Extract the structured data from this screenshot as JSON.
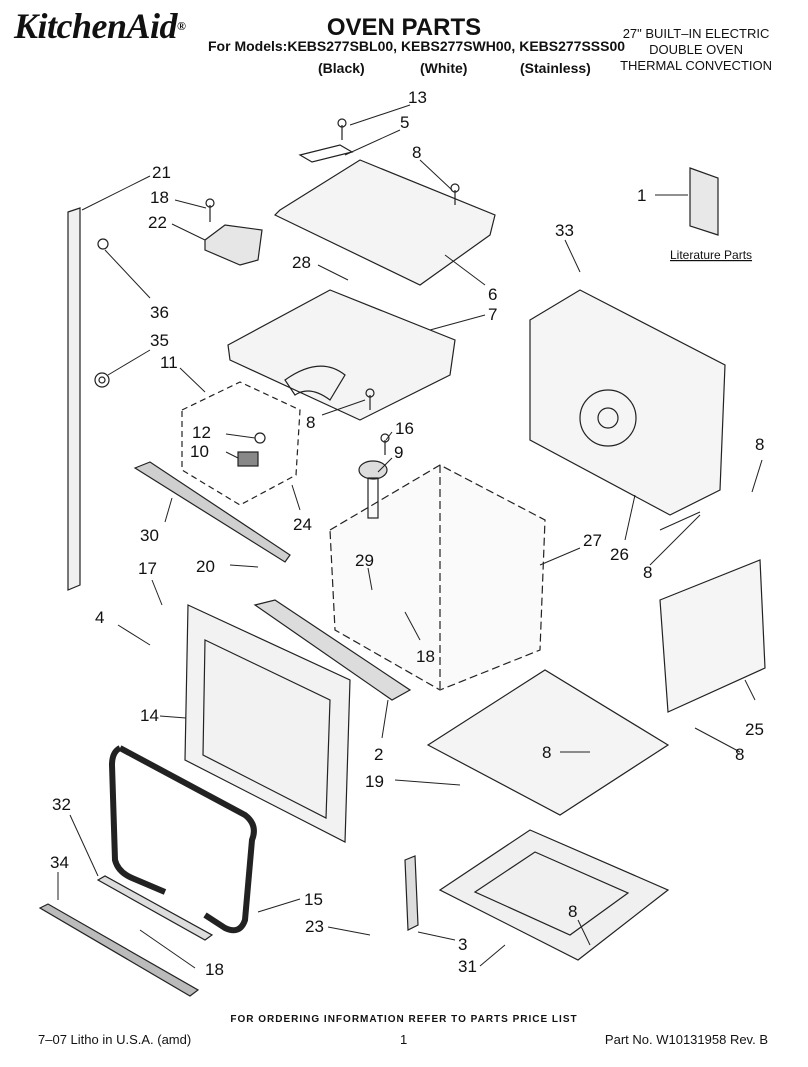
{
  "header": {
    "brand": "KitchenAid",
    "brand_mark": "®",
    "title": "OVEN PARTS",
    "models_line": "For Models:KEBS277SBL00, KEBS277SWH00, KEBS277SSS00",
    "variants": [
      "(Black)",
      "(White)",
      "(Stainless)"
    ],
    "product_lines": [
      "27\" BUILT–IN ELECTRIC",
      "DOUBLE OVEN",
      "THERMAL CONVECTION"
    ]
  },
  "diagram": {
    "literature_label": "Literature Parts",
    "callouts": [
      "13",
      "5",
      "8",
      "21",
      "18",
      "22",
      "28",
      "6",
      "7",
      "36",
      "35",
      "11",
      "8",
      "12",
      "10",
      "24",
      "30",
      "16",
      "9",
      "20",
      "17",
      "4",
      "14",
      "27",
      "29",
      "18",
      "2",
      "33",
      "1",
      "8",
      "8",
      "26",
      "8",
      "25",
      "8",
      "19",
      "32",
      "34",
      "15",
      "23",
      "3",
      "31",
      "8",
      "18"
    ]
  },
  "footer": {
    "order_note": "FOR ORDERING INFORMATION REFER TO PARTS PRICE LIST",
    "litho": "7–07 Litho in U.S.A. (amd)",
    "page": "1",
    "part_no": "Part No. W10131958 Rev. B"
  }
}
